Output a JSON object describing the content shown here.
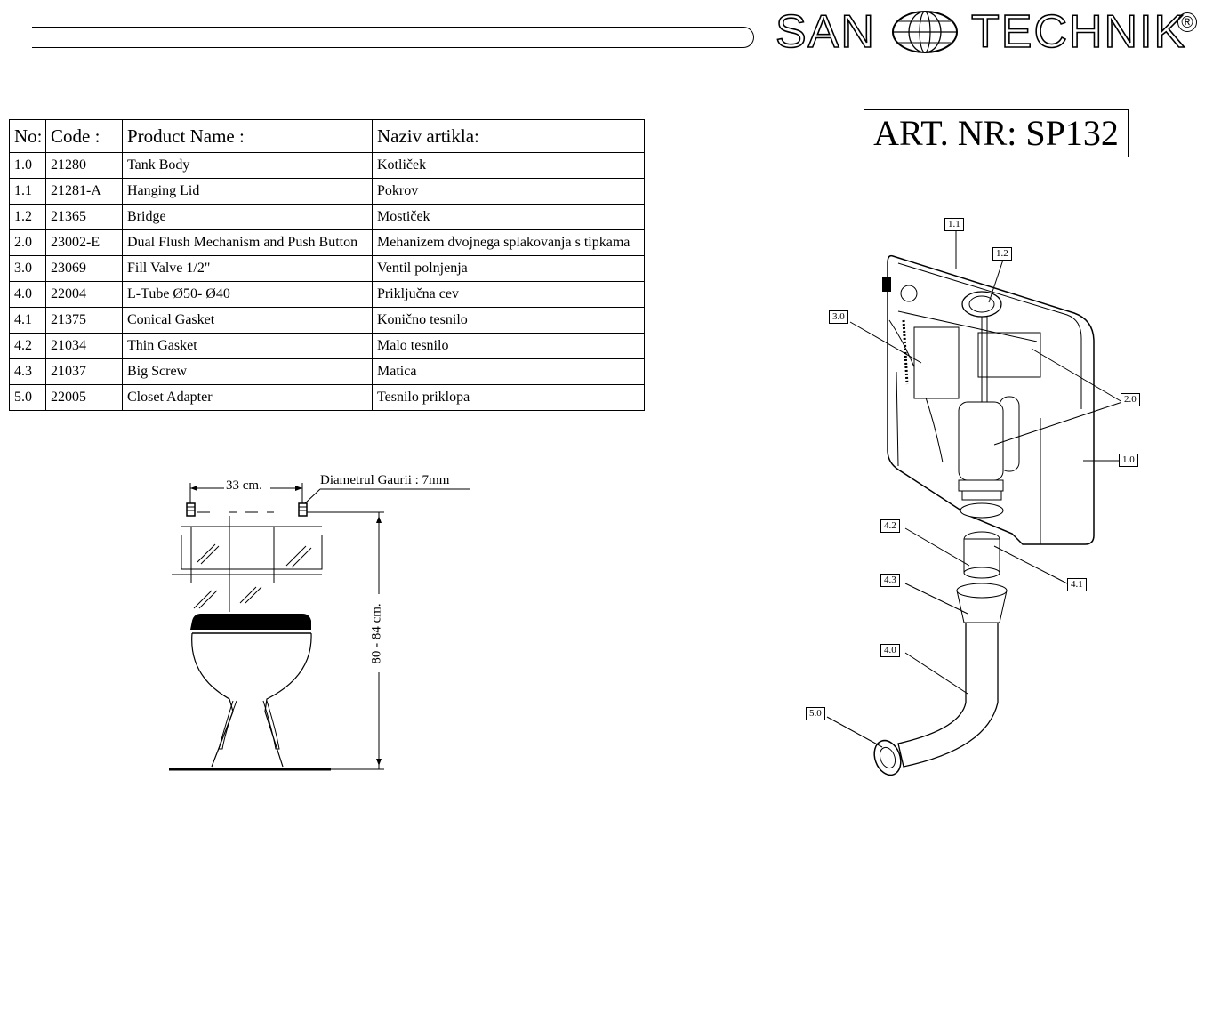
{
  "brand": {
    "left": "SAN",
    "right": "TECHNIK",
    "registered": "®"
  },
  "article": {
    "label": "ART. NR: SP132"
  },
  "parts_table": {
    "headers": [
      "No:",
      "Code :",
      "Product Name :",
      "Naziv artikla:"
    ],
    "rows": [
      [
        "1.0",
        "21280",
        "Tank Body",
        "Kotliček"
      ],
      [
        "1.1",
        "21281-A",
        "Hanging Lid",
        "Pokrov"
      ],
      [
        "1.2",
        "21365",
        "Bridge",
        "Mostiček"
      ],
      [
        "2.0",
        "23002-E",
        "Dual Flush Mechanism and Push Button",
        "Mehanizem dvojnega splakovanja s tipkama"
      ],
      [
        "3.0",
        "23069",
        "Fill Valve 1/2\"",
        "Ventil polnjenja"
      ],
      [
        "4.0",
        "22004",
        "L-Tube Ø50- Ø40",
        "Priključna cev"
      ],
      [
        "4.1",
        "21375",
        "Conical Gasket",
        "Konično tesnilo"
      ],
      [
        "4.2",
        "21034",
        "Thin Gasket",
        "Malo tesnilo"
      ],
      [
        "4.3",
        "21037",
        "Big Screw",
        "Matica"
      ],
      [
        "5.0",
        "22005",
        "Closet Adapter",
        "Tesnilo priklopa"
      ]
    ]
  },
  "install_drawing": {
    "width_label": "33 cm.",
    "hole_label": "Diametrul Gaurii : 7mm",
    "height_label": "80 - 84 cm."
  },
  "exploded_view": {
    "callouts": [
      "1.1",
      "1.2",
      "3.0",
      "2.0",
      "1.0",
      "4.2",
      "4.1",
      "4.3",
      "4.0",
      "5.0"
    ]
  }
}
